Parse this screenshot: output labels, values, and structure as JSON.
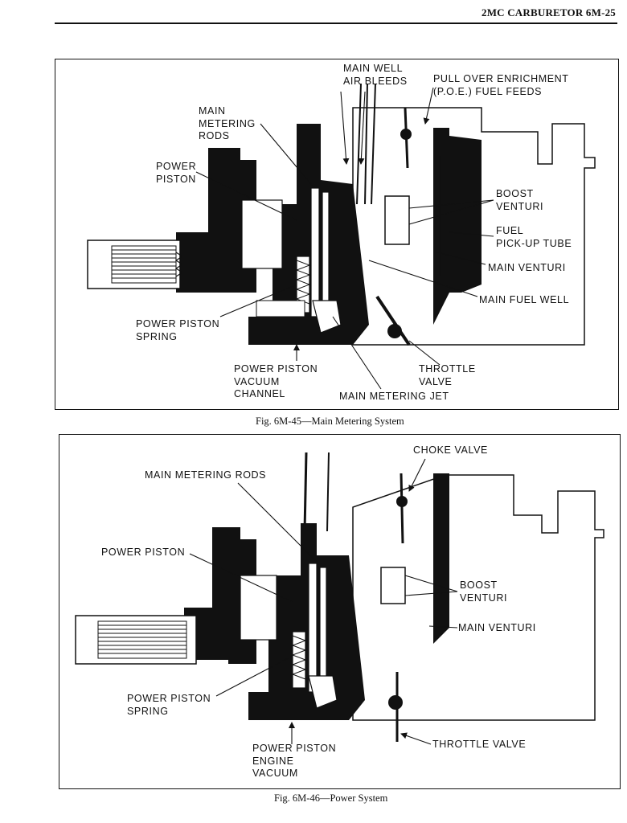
{
  "header": {
    "page_title": "2MC CARBURETOR  6M-25"
  },
  "fig1": {
    "caption": "Fig. 6M-45—Main Metering System",
    "labels": {
      "main_well_air_bleeds": "MAIN WELL\nAIR BLEEDS",
      "poe_fuel_feeds": "PULL OVER ENRICHMENT\n(P.O.E.) FUEL FEEDS",
      "main_metering_rods": "MAIN\nMETERING\nRODS",
      "power_piston": "POWER\nPISTON",
      "boost_venturi": "BOOST\nVENTURI",
      "fuel_pickup_tube": "FUEL\nPICK-UP TUBE",
      "main_venturi": "MAIN VENTURI",
      "main_fuel_well": "MAIN FUEL WELL",
      "power_piston_spring": "POWER PISTON\nSPRING",
      "power_piston_vacuum_channel": "POWER PISTON\nVACUUM\nCHANNEL",
      "throttle_valve": "THROTTLE\nVALVE",
      "main_metering_jet": "MAIN METERING JET"
    }
  },
  "fig2": {
    "caption": "Fig. 6M-46—Power System",
    "labels": {
      "choke_valve": "CHOKE VALVE",
      "main_metering_rods": "MAIN METERING RODS",
      "power_piston": "POWER PISTON",
      "boost_venturi": "BOOST\nVENTURI",
      "main_venturi": "MAIN VENTURI",
      "power_piston_spring": "POWER PISTON\nSPRING",
      "throttle_valve": "THROTTLE VALVE",
      "power_piston_engine_vacuum": "POWER PISTON\nENGINE\nVACUUM"
    }
  }
}
